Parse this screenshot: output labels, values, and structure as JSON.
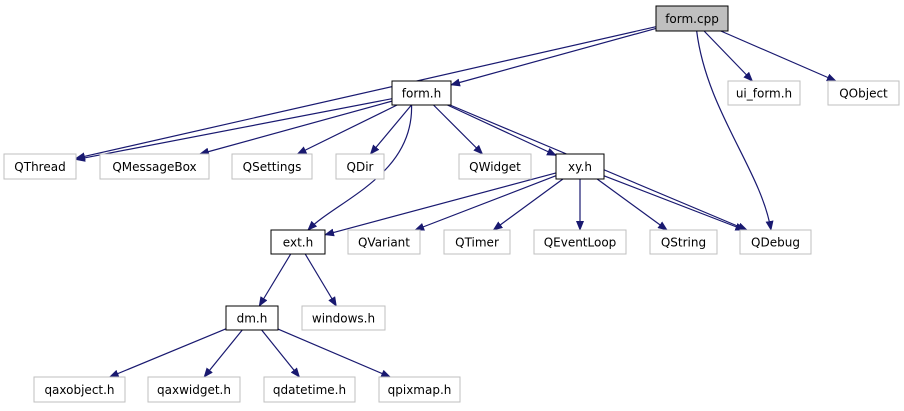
{
  "colors": {
    "edge": "#191970",
    "root_fill": "#bfbfbf",
    "root_stroke": "#000000",
    "internal_stroke": "#000000",
    "external_stroke": "#bfbfbf",
    "node_fill": "#ffffff"
  },
  "nodes": [
    {
      "id": "form_cpp",
      "label": "form.cpp",
      "kind": "root"
    },
    {
      "id": "form_h",
      "label": "form.h",
      "kind": "internal"
    },
    {
      "id": "ui_form_h",
      "label": "ui_form.h",
      "kind": "external"
    },
    {
      "id": "qobject",
      "label": "QObject",
      "kind": "external"
    },
    {
      "id": "qthread",
      "label": "QThread",
      "kind": "external"
    },
    {
      "id": "qmessagebox",
      "label": "QMessageBox",
      "kind": "external"
    },
    {
      "id": "qsettings",
      "label": "QSettings",
      "kind": "external"
    },
    {
      "id": "qdir",
      "label": "QDir",
      "kind": "external"
    },
    {
      "id": "qwidget",
      "label": "QWidget",
      "kind": "external"
    },
    {
      "id": "xy_h",
      "label": "xy.h",
      "kind": "internal"
    },
    {
      "id": "ext_h",
      "label": "ext.h",
      "kind": "internal"
    },
    {
      "id": "qvariant",
      "label": "QVariant",
      "kind": "external"
    },
    {
      "id": "qtimer",
      "label": "QTimer",
      "kind": "external"
    },
    {
      "id": "qeventloop",
      "label": "QEventLoop",
      "kind": "external"
    },
    {
      "id": "qstring",
      "label": "QString",
      "kind": "external"
    },
    {
      "id": "qdebug",
      "label": "QDebug",
      "kind": "external"
    },
    {
      "id": "dm_h",
      "label": "dm.h",
      "kind": "internal"
    },
    {
      "id": "windows_h",
      "label": "windows.h",
      "kind": "external"
    },
    {
      "id": "qaxobject_h",
      "label": "qaxobject.h",
      "kind": "external"
    },
    {
      "id": "qaxwidget_h",
      "label": "qaxwidget.h",
      "kind": "external"
    },
    {
      "id": "qdatetime_h",
      "label": "qdatetime.h",
      "kind": "external"
    },
    {
      "id": "qpixmap_h",
      "label": "qpixmap.h",
      "kind": "external"
    }
  ],
  "edges": [
    {
      "from": "form_cpp",
      "to": "form_h"
    },
    {
      "from": "form_cpp",
      "to": "qthread"
    },
    {
      "from": "form_cpp",
      "to": "ui_form_h"
    },
    {
      "from": "form_cpp",
      "to": "qobject"
    },
    {
      "from": "form_cpp",
      "to": "qdebug"
    },
    {
      "from": "form_h",
      "to": "qthread"
    },
    {
      "from": "form_h",
      "to": "qmessagebox"
    },
    {
      "from": "form_h",
      "to": "qsettings"
    },
    {
      "from": "form_h",
      "to": "qdir"
    },
    {
      "from": "form_h",
      "to": "qwidget"
    },
    {
      "from": "form_h",
      "to": "xy_h"
    },
    {
      "from": "form_h",
      "to": "ext_h"
    },
    {
      "from": "form_h",
      "to": "qdebug"
    },
    {
      "from": "xy_h",
      "to": "ext_h"
    },
    {
      "from": "xy_h",
      "to": "qvariant"
    },
    {
      "from": "xy_h",
      "to": "qtimer"
    },
    {
      "from": "xy_h",
      "to": "qeventloop"
    },
    {
      "from": "xy_h",
      "to": "qstring"
    },
    {
      "from": "xy_h",
      "to": "qdebug"
    },
    {
      "from": "ext_h",
      "to": "dm_h"
    },
    {
      "from": "ext_h",
      "to": "windows_h"
    },
    {
      "from": "dm_h",
      "to": "qaxobject_h"
    },
    {
      "from": "dm_h",
      "to": "qaxwidget_h"
    },
    {
      "from": "dm_h",
      "to": "qdatetime_h"
    },
    {
      "from": "dm_h",
      "to": "qpixmap_h"
    }
  ]
}
